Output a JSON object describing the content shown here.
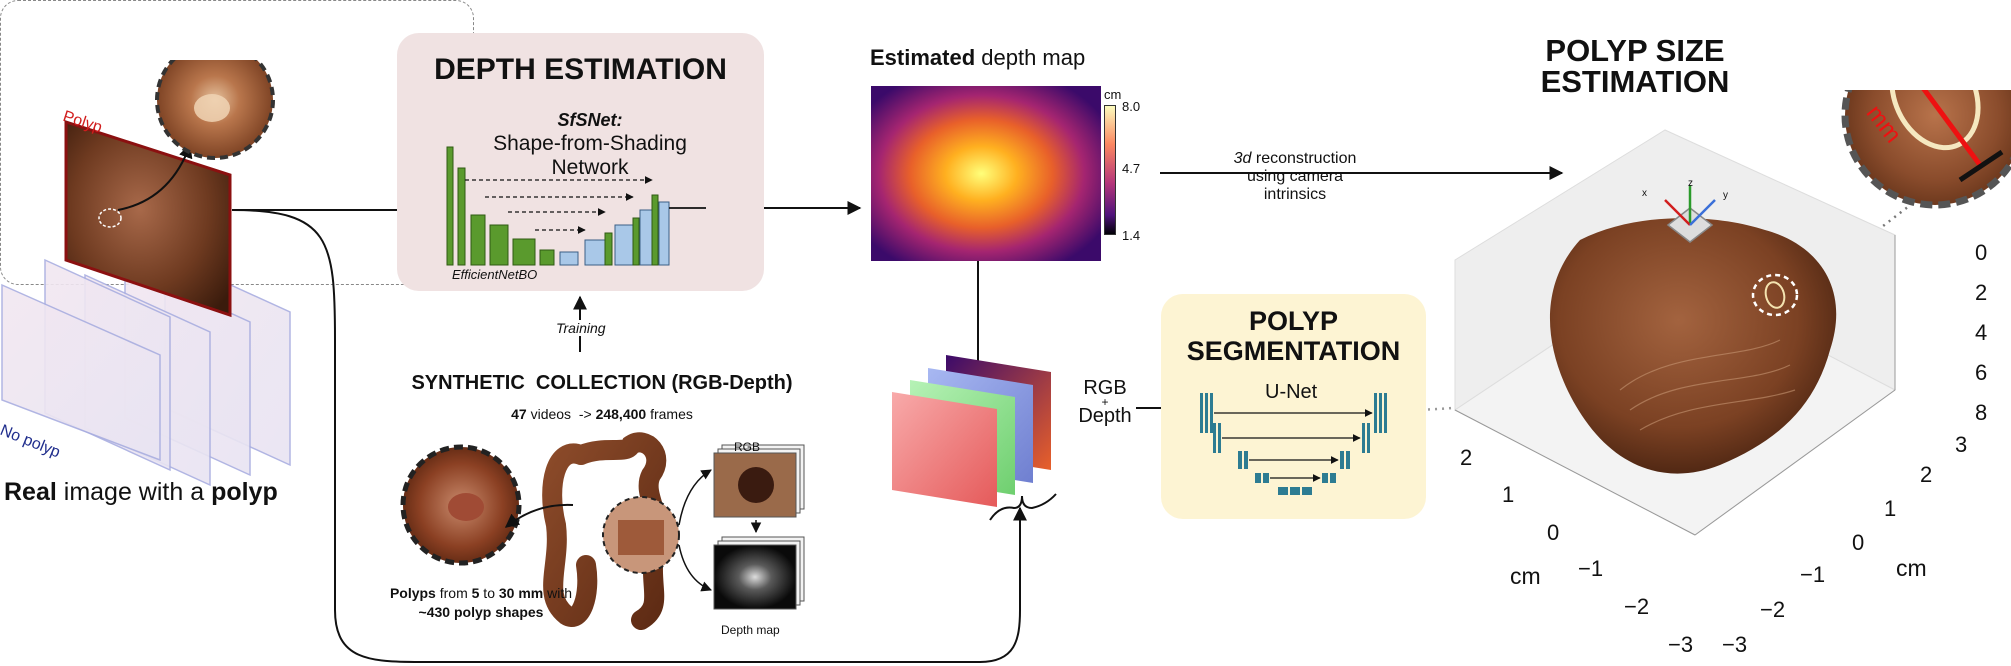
{
  "real_image": {
    "polyp_label": "Polyp",
    "no_polyp_label": "No polyp",
    "caption_pre": "Real",
    "caption_mid": " image with a ",
    "caption_post": "polyp"
  },
  "depth_estimation": {
    "title": "DEPTH ESTIMATION",
    "model_name": "SfSNet:",
    "model_line1": "Shape-from-Shading",
    "model_line2": "Network",
    "encoder_label": "EfficientNetBO"
  },
  "training_label": "Training",
  "synthetic": {
    "title": "SYNTHETIC  COLLECTION (RGB-Depth)",
    "videos_count": "47",
    "videos_text": " videos  -> ",
    "frames_count": "248,400",
    "frames_text": " frames",
    "rgb_label": "RGB",
    "depth_label": "Depth map",
    "polyp_line1_a": "Polyps",
    "polyp_line1_b": " from ",
    "polyp_line1_c": "5",
    "polyp_line1_d": " to ",
    "polyp_line1_e": "30 mm",
    "polyp_line1_f": " with",
    "polyp_line2": "~430 polyp shapes"
  },
  "depth_map": {
    "title_bold": "Estimated",
    "title_rest": " depth map",
    "unit": "cm",
    "tick_max": "8.0",
    "tick_mid": "4.7",
    "tick_min": "1.4"
  },
  "reconstruction": {
    "line1_ital": "3d",
    "line1_rest": " reconstruction",
    "line2": "using camera",
    "line3": "intrinsics"
  },
  "rgb_depth": {
    "line1": "RGB",
    "plus": "+",
    "line2": "Depth"
  },
  "segmentation": {
    "title_line1": "POLYP",
    "title_line2": "SEGMENTATION",
    "net_label": "U-Net"
  },
  "size_estimation": {
    "title_line1": "POLYP SIZE",
    "title_line2": "ESTIMATION",
    "mm_label": "mm"
  },
  "plot3d": {
    "x_ticks": [
      "2",
      "1",
      "0",
      "−1",
      "−2",
      "−3"
    ],
    "y_ticks": [
      "3",
      "2",
      "1",
      "0",
      "−1",
      "−2",
      "−3"
    ],
    "z_ticks": [
      "0",
      "2",
      "4",
      "6",
      "8"
    ],
    "x_label": "cm",
    "y_label": "cm",
    "axis_x": "x",
    "axis_y": "y",
    "axis_z": "z"
  },
  "colors": {
    "encoder_green": "#5a9a2d",
    "decoder_blue": "#a9c8e8",
    "unet_teal": "#2d7c92",
    "polyp_red": "#d11d1d",
    "no_polyp_blue": "#1f2d8c",
    "depth_box_bg": "#f0e2e2",
    "seg_box_bg": "#fdf4d3"
  }
}
